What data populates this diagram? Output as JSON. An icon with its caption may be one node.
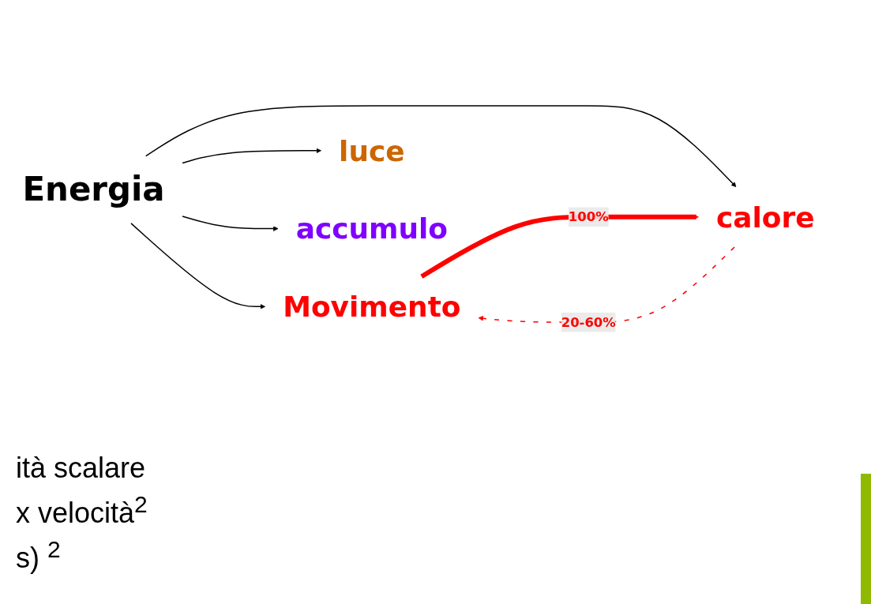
{
  "diagram": {
    "nodes": [
      {
        "text": [
          "Energia"
        ]
      },
      {
        "text": [
          "Movimento"
        ]
      },
      {
        "text": [
          "calore"
        ]
      },
      {
        "text": [
          "luce"
        ]
      },
      {
        "text": [
          "accumulo"
        ]
      }
    ],
    "edges": [
      {
        "from": 0,
        "to": 1,
        "arrow": "to"
      },
      {
        "from": 0,
        "to": 2,
        "arrow": "to"
      },
      {
        "from": 0,
        "to": 3,
        "arrow": "to"
      },
      {
        "from": 0,
        "to": 4,
        "arrow": "to"
      },
      {
        "from": 2,
        "to": 1,
        "arrow": "to",
        "label": "20-60%",
        "style": "dashed",
        "color": "#ff0000"
      },
      {
        "from": 1,
        "to": 2,
        "arrow": "to",
        "label": "100%",
        "style": "thick",
        "color": "#ff0000"
      }
    ],
    "labels": [
      "ità scalare",
      "x velocità$^{2}$",
      "s) $^{2}$"
    ]
  }
}
